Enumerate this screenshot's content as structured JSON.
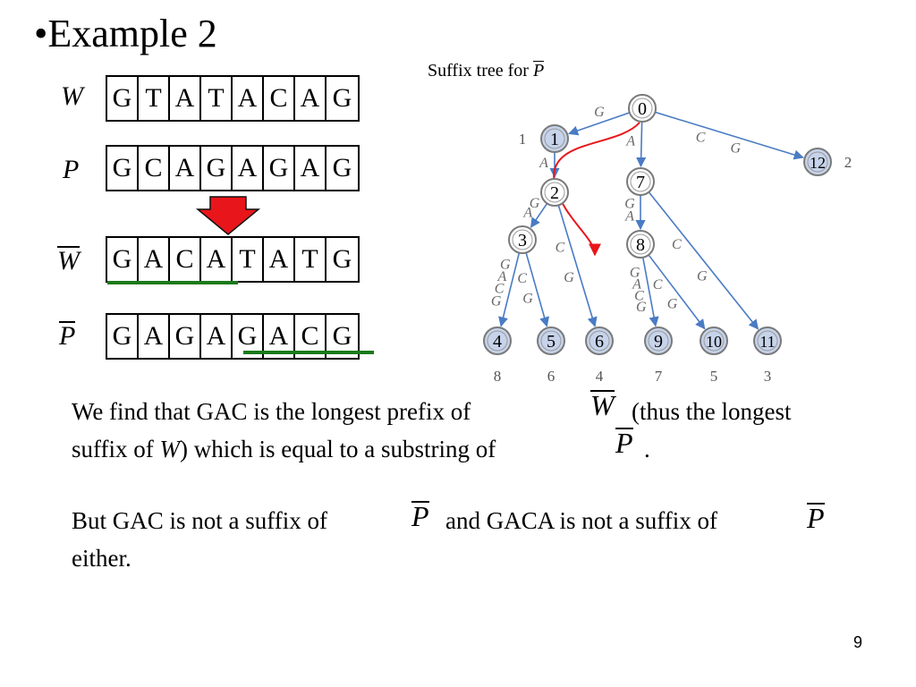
{
  "title": "•Example 2",
  "rows": [
    {
      "label": "W",
      "overline": false,
      "cells": [
        "G",
        "T",
        "A",
        "T",
        "A",
        "C",
        "A",
        "G"
      ]
    },
    {
      "label": "P",
      "overline": false,
      "cells": [
        "G",
        "C",
        "A",
        "G",
        "A",
        "G",
        "A",
        "G"
      ]
    },
    {
      "label": "W",
      "overline": true,
      "cells": [
        "G",
        "A",
        "C",
        "A",
        "T",
        "A",
        "T",
        "G"
      ]
    },
    {
      "label": "P",
      "overline": true,
      "cells": [
        "G",
        "A",
        "G",
        "A",
        "G",
        "A",
        "C",
        "G"
      ]
    }
  ],
  "arrow_color": "#e8161b",
  "highlight_color": "#1a7a1a",
  "tree": {
    "caption": "Suffix tree for ",
    "caption_symbol": "P",
    "nodes": [
      {
        "id": "0",
        "label": "0",
        "leaf": false,
        "index": "",
        "selected": false
      },
      {
        "id": "1",
        "label": "1",
        "leaf": false,
        "index": "1",
        "selected": true
      },
      {
        "id": "2",
        "label": "2",
        "leaf": false,
        "index": "",
        "selected": false
      },
      {
        "id": "3",
        "label": "3",
        "leaf": false,
        "index": "",
        "selected": false
      },
      {
        "id": "4",
        "label": "4",
        "leaf": true,
        "index": "8",
        "selected": false
      },
      {
        "id": "5",
        "label": "5",
        "leaf": true,
        "index": "6",
        "selected": false
      },
      {
        "id": "6",
        "label": "6",
        "leaf": true,
        "index": "4",
        "selected": false
      },
      {
        "id": "7",
        "label": "7",
        "leaf": false,
        "index": "",
        "selected": false
      },
      {
        "id": "8",
        "label": "8",
        "leaf": false,
        "index": "",
        "selected": false
      },
      {
        "id": "9",
        "label": "9",
        "leaf": true,
        "index": "7",
        "selected": false
      },
      {
        "id": "10",
        "label": "10",
        "leaf": true,
        "index": "5",
        "selected": false
      },
      {
        "id": "11",
        "label": "11",
        "leaf": true,
        "index": "3",
        "selected": false
      },
      {
        "id": "12",
        "label": "12",
        "leaf": true,
        "index": "2",
        "selected": false
      }
    ],
    "edges": [
      {
        "from": "0",
        "to": "1",
        "label": [
          "G"
        ]
      },
      {
        "from": "0",
        "to": "7",
        "label": [
          "A"
        ]
      },
      {
        "from": "0",
        "to": "12",
        "label": [
          "C",
          "G"
        ]
      },
      {
        "from": "1",
        "to": "2",
        "label": [
          "A"
        ]
      },
      {
        "from": "2",
        "to": "3",
        "label": [
          "G",
          "A"
        ]
      },
      {
        "from": "2",
        "to": "6",
        "label": [
          "C",
          "G"
        ]
      },
      {
        "from": "3",
        "to": "4",
        "label": [
          "G",
          "A",
          "C",
          "G"
        ]
      },
      {
        "from": "3",
        "to": "5",
        "label": [
          "C",
          "G"
        ]
      },
      {
        "from": "7",
        "to": "8",
        "label": [
          "G",
          "A"
        ]
      },
      {
        "from": "7",
        "to": "11",
        "label": [
          "C",
          "G"
        ]
      },
      {
        "from": "8",
        "to": "9",
        "label": [
          "G",
          "A",
          "C",
          "G"
        ]
      },
      {
        "from": "8",
        "to": "10",
        "label": [
          "C",
          "G"
        ]
      }
    ]
  },
  "paragraph1": {
    "part1": "We find that GAC is the longest prefix of",
    "sym1": "W",
    "part2": "(thus the longest",
    "part3": "suffix of ",
    "part3_italic": "W",
    "part4": ") which is equal to a substring of",
    "sym2": "P",
    "part5": "."
  },
  "paragraph2": {
    "part1": "But GAC is not a suffix of",
    "sym1": "P",
    "part2": "and GACA is not a suffix of",
    "sym2": "P",
    "part3": "either."
  },
  "page_number": "9"
}
